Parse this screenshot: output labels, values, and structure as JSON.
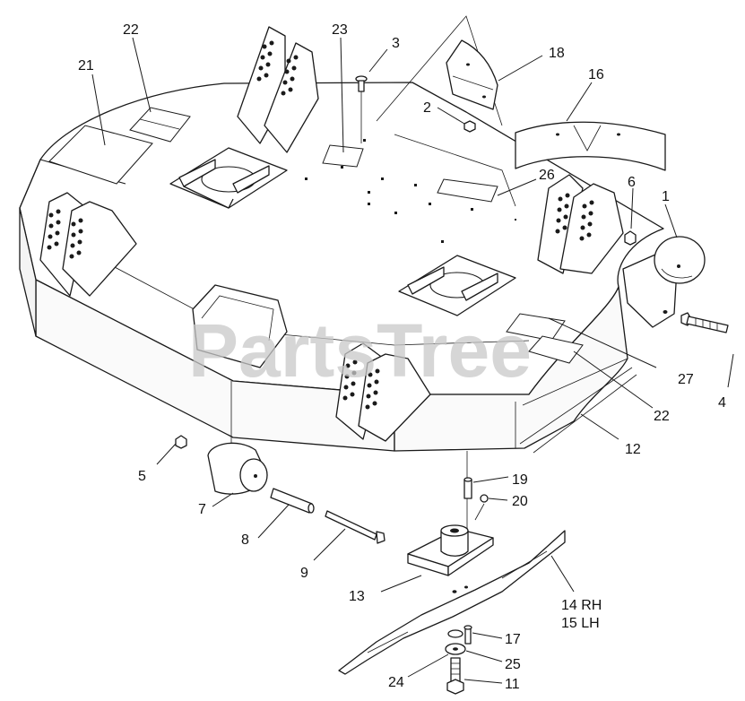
{
  "watermark": "PartsTree",
  "callouts": [
    {
      "id": "21",
      "label": "21"
    },
    {
      "id": "22a",
      "label": "22"
    },
    {
      "id": "23",
      "label": "23"
    },
    {
      "id": "3",
      "label": "3"
    },
    {
      "id": "18",
      "label": "18"
    },
    {
      "id": "16",
      "label": "16"
    },
    {
      "id": "2",
      "label": "2"
    },
    {
      "id": "26",
      "label": "26"
    },
    {
      "id": "6",
      "label": "6"
    },
    {
      "id": "1",
      "label": "1"
    },
    {
      "id": "27",
      "label": "27"
    },
    {
      "id": "4",
      "label": "4"
    },
    {
      "id": "22b",
      "label": "22"
    },
    {
      "id": "12",
      "label": "12"
    },
    {
      "id": "5",
      "label": "5"
    },
    {
      "id": "7",
      "label": "7"
    },
    {
      "id": "8",
      "label": "8"
    },
    {
      "id": "9",
      "label": "9"
    },
    {
      "id": "19",
      "label": "19"
    },
    {
      "id": "20",
      "label": "20"
    },
    {
      "id": "13",
      "label": "13"
    },
    {
      "id": "14",
      "label": "14 RH"
    },
    {
      "id": "15",
      "label": "15 LH"
    },
    {
      "id": "17",
      "label": "17"
    },
    {
      "id": "25",
      "label": "25"
    },
    {
      "id": "24",
      "label": "24"
    },
    {
      "id": "11",
      "label": "11"
    }
  ]
}
